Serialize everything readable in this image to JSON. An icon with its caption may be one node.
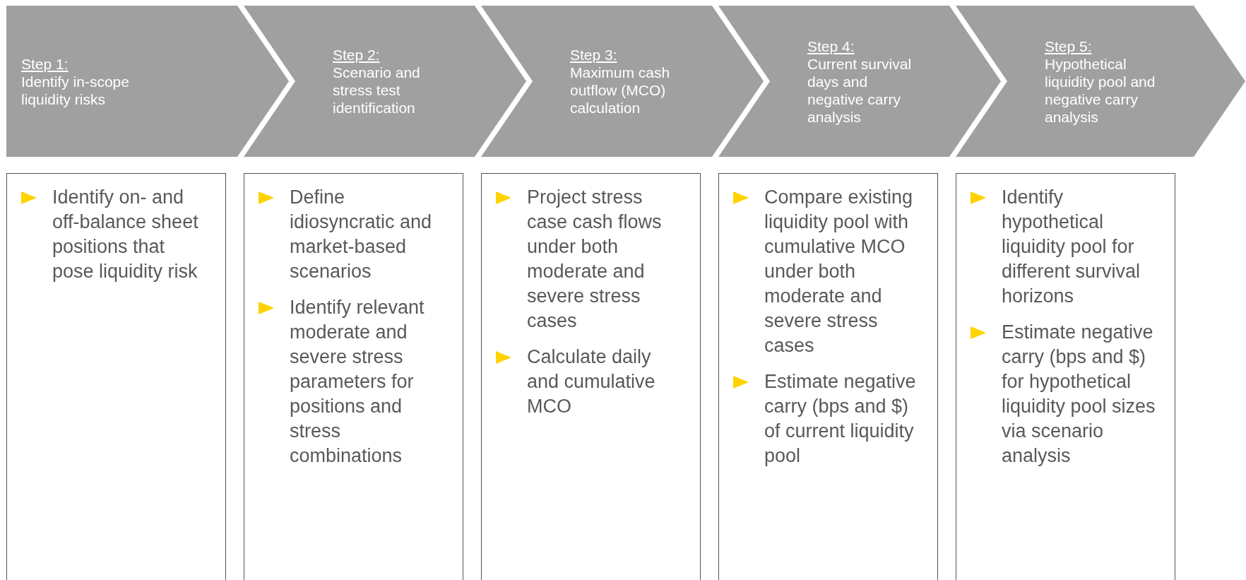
{
  "diagram": {
    "nodes": [
      {
        "text": [
          "Step 1:",
          "Identify in-scope liquidity risks"
        ]
      },
      {
        "text": [
          "Step 2:",
          "Scenario and stress test identification"
        ]
      },
      {
        "text": [
          "Step 3:",
          "Maximum cash outflow (MCO) calculation"
        ]
      },
      {
        "text": [
          "Step 4:",
          "Current survival days and negative carry analysis"
        ]
      },
      {
        "text": [
          "Step 5:",
          "Hypothetical liquidity pool and negative carry analysis"
        ]
      },
      {
        "text": [
          "Identify on- and off-balance sheet positions that pose liquidity risk"
        ]
      },
      {
        "text": [
          "Define idiosyncratic and market-based scenarios",
          "Identify relevant moderate and severe stress parameters for positions and stress combinations"
        ]
      },
      {
        "text": [
          "Project stress case cash flows under both moderate and severe stress cases",
          "Calculate daily and cumulative MCO"
        ]
      },
      {
        "text": [
          "Compare existing liquidity pool with cumulative MCO under both moderate and severe stress cases",
          "Estimate negative carry (bps and $) of current liquidity pool"
        ]
      },
      {
        "text": [
          "Identify hypothetical liquidity pool for different survival horizons",
          "Estimate negative carry (bps and $) for hypothetical liquidity pool sizes via scenario analysis"
        ]
      }
    ]
  }
}
